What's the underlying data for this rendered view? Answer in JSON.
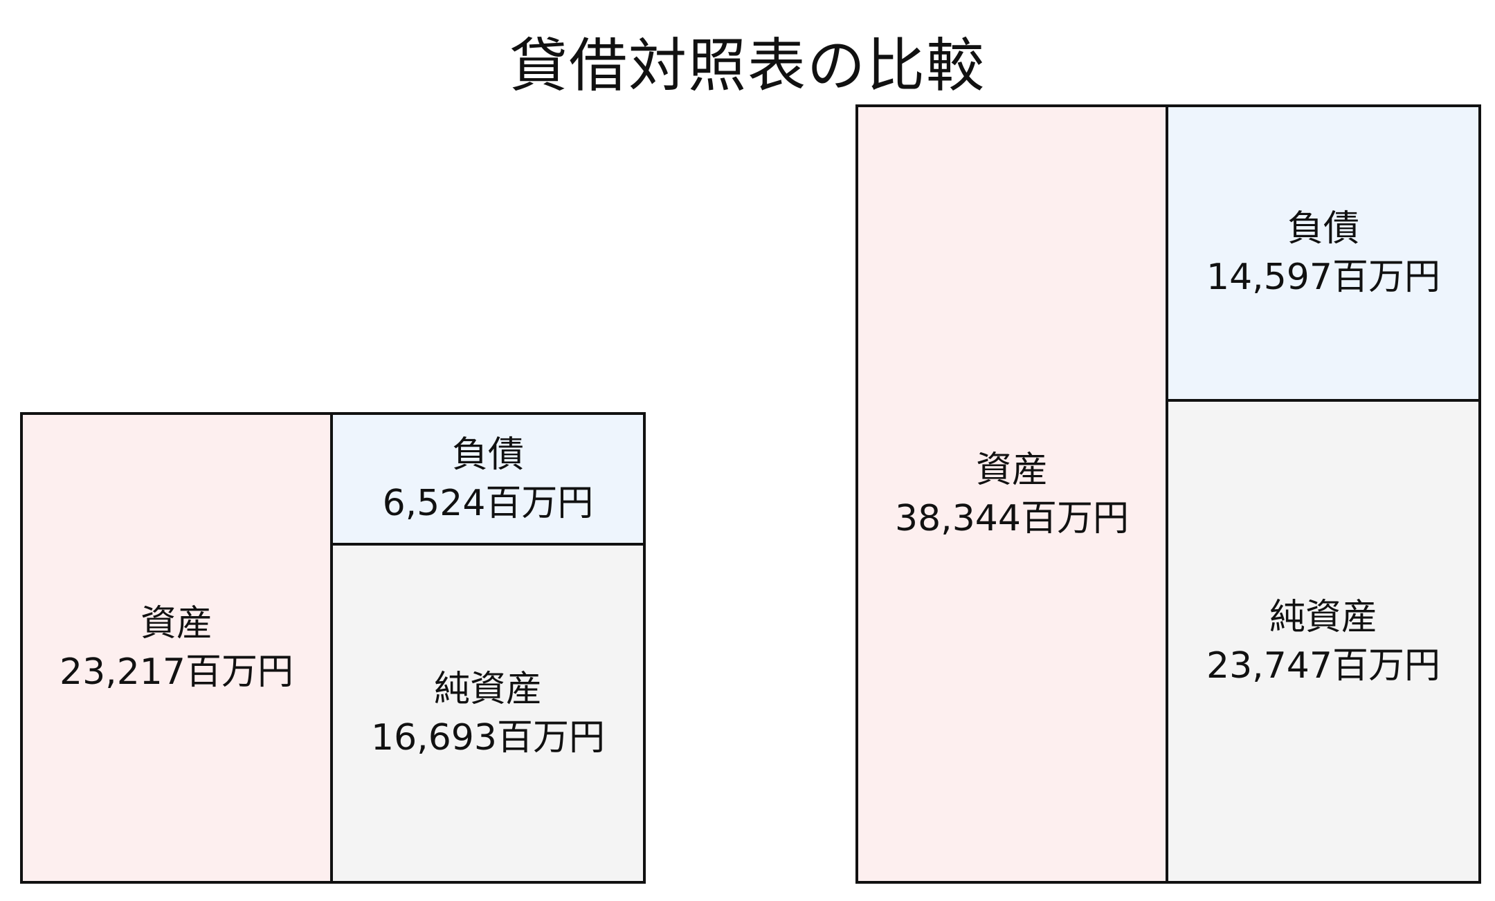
{
  "chart_data": {
    "type": "treemap",
    "title": "貸借対照表の比較",
    "unit": "百万円",
    "balance_sheets": [
      {
        "assets": {
          "label": "資産",
          "value": 23217,
          "display": "23,217百万円"
        },
        "liabilities": {
          "label": "負債",
          "value": 6524,
          "display": "6,524百万円"
        },
        "net_assets": {
          "label": "純資産",
          "value": 16693,
          "display": "16,693百万円"
        }
      },
      {
        "assets": {
          "label": "資産",
          "value": 38344,
          "display": "38,344百万円"
        },
        "liabilities": {
          "label": "負債",
          "value": 14597,
          "display": "14,597百万円"
        },
        "net_assets": {
          "label": "純資産",
          "value": 23747,
          "display": "23,747百万円"
        }
      }
    ],
    "colors": {
      "assets": "#fdefef",
      "liabilities": "#eef5fd",
      "net_assets": "#f4f4f4",
      "border": "#111111"
    }
  }
}
